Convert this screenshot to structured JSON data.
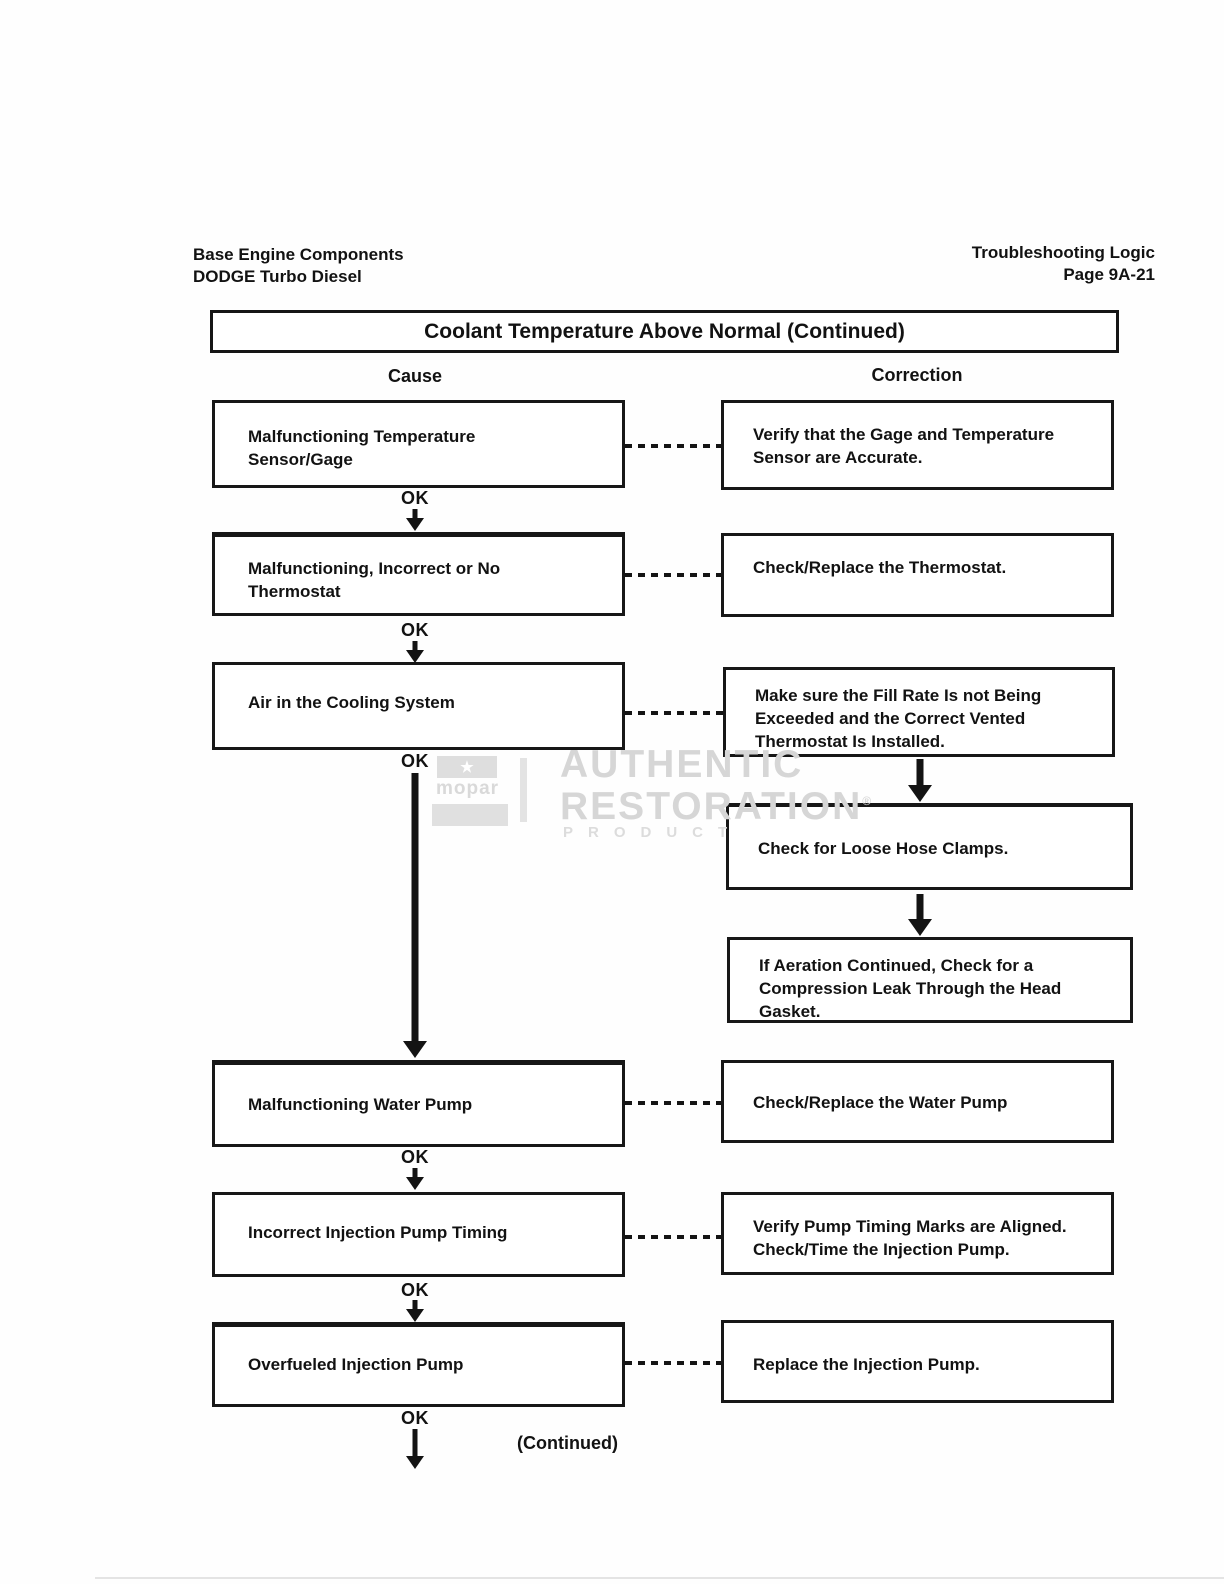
{
  "page_header": {
    "left_line1": "Base Engine Components",
    "left_line2": "DODGE Turbo Diesel",
    "right_line1": "Troubleshooting Logic",
    "right_line2": "Page 9A-21"
  },
  "title": "Coolant Temperature Above Normal (Continued)",
  "columns": {
    "cause": "Cause",
    "correction": "Correction"
  },
  "flow": {
    "ok_label": "OK",
    "continued_label": "(Continued)",
    "rows": [
      {
        "cause": "Malfunctioning Temperature Sensor/Gage",
        "correction": "Verify that the Gage and Temperature Sensor are Accurate."
      },
      {
        "cause": "Malfunctioning, Incorrect or No Thermostat",
        "correction": "Check/Replace the Thermostat."
      },
      {
        "cause": "Air in the Cooling System",
        "correction": "Make sure the Fill Rate Is not Being Exceeded and the Correct Vented Thermostat Is Installed."
      },
      {
        "cause": "Malfunctioning Water Pump",
        "correction": "Check/Replace the Water Pump"
      },
      {
        "cause": "Incorrect Injection Pump Timing",
        "correction": "Verify Pump Timing Marks are Aligned. Check/Time the Injection Pump."
      },
      {
        "cause": "Overfueled Injection Pump",
        "correction": "Replace the Injection Pump."
      }
    ],
    "extra_corrections": [
      "Check for Loose Hose Clamps.",
      "If Aeration Continued, Check for a Compression Leak Through the Head Gasket."
    ]
  },
  "watermark": {
    "brand": "mopar",
    "star": "★",
    "line1": "AUTHENTIC",
    "line2": "RESTORATION",
    "mark": "®",
    "line3": "PRODUCT"
  }
}
